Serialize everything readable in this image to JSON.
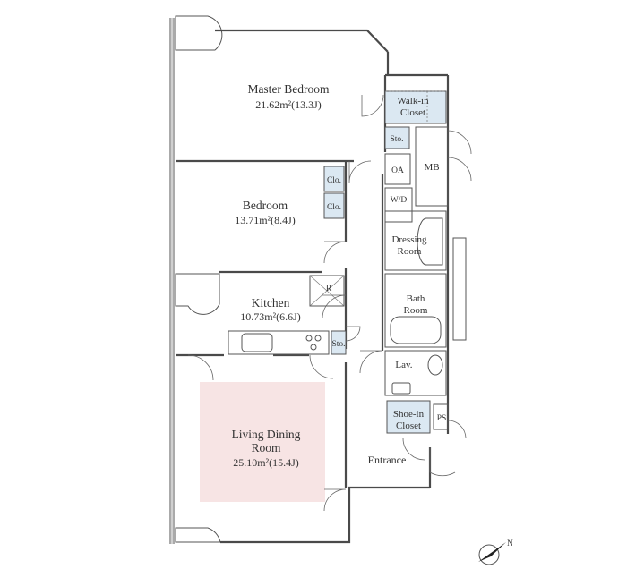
{
  "rooms": {
    "master_bedroom": {
      "name": "Master Bedroom",
      "area": "21.62m²(13.3J)"
    },
    "walk_in_closet": {
      "line1": "Walk-in",
      "line2": "Closet"
    },
    "storage_upper": "Sto.",
    "oa": "OA",
    "mb": "MB",
    "bedroom": {
      "name": "Bedroom",
      "area": "13.71m²(8.4J)"
    },
    "closet_1": "Clo.",
    "closet_2": "Clo.",
    "washer_dryer": "W/D",
    "dressing_room": {
      "line1": "Dressing",
      "line2": "Room"
    },
    "refrigerator": "R",
    "kitchen": {
      "name": "Kitchen",
      "area": "10.73m²(6.6J)"
    },
    "bath_room": {
      "line1": "Bath",
      "line2": "Room"
    },
    "storage_kitchen": "Sto.",
    "lavatory": "Lav.",
    "shoe_in_closet": {
      "line1": "Shoe-in",
      "line2": "Closet"
    },
    "pipe_space": "PS",
    "living_dining": {
      "line1": "Living Dining",
      "line2": "Room",
      "area": "25.10m²(15.4J)"
    },
    "entrance": "Entrance"
  },
  "compass": {
    "label": "N"
  },
  "colors": {
    "wall": "#4a4a4a",
    "living_highlight": "#f7e4e4",
    "closet_fill": "#dbe8f2"
  }
}
